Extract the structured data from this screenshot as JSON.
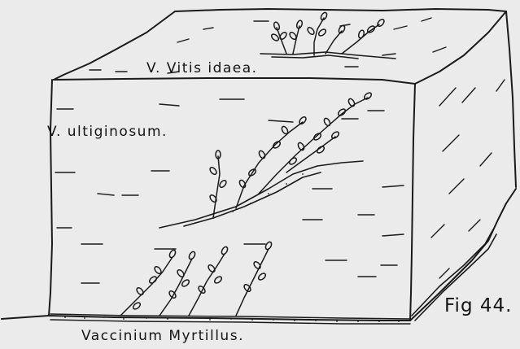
{
  "labels": {
    "top_layer": "V. Vitis idaea.",
    "middle_layer": "V. ultiginosum.",
    "bottom_layer": "Vaccinium Myrtillus.",
    "figure_number": "Fig 44."
  },
  "colors": {
    "background": "#ebebeb",
    "ink": "#1a1a1a"
  }
}
